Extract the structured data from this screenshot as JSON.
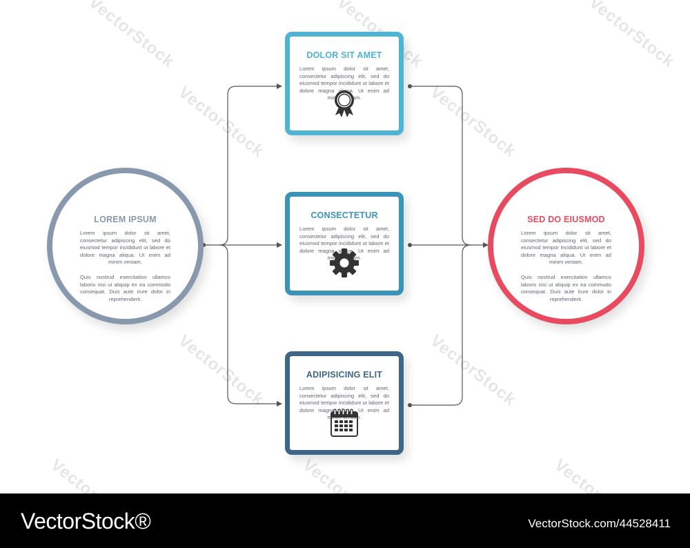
{
  "colors": {
    "left_circle": "#8898ad",
    "right_circle": "#e84a5f",
    "box_top": "#4fb3d4",
    "box_middle": "#3b94b8",
    "box_bottom": "#3d6689",
    "connector": "#555555",
    "body_text": "#5f6470"
  },
  "nodes": {
    "left": {
      "title": "LOREM IPSUM",
      "para1": "Lorem ipsum dolor sit amet, consectetur adipiscing elit, sed do eiusmod tempor incididunt ut labore et dolore magna aliqua. Ut enim ad minim veniam.",
      "para2": "Quis nostrud exercitation ullamco laboris nisi ut aliquip ex ea commodo consequat. Duis aute irure dolor in reprehenderit."
    },
    "right": {
      "title": "SED DO EIUSMOD",
      "para1": "Lorem ipsum dolor sit amet, consectetur adipiscing elit, sed do eiusmod tempor incididunt ut labore et dolore magna aliqua. Ut enim ad minim veniam.",
      "para2": "Quis nostrud exercitation ullamco laboris nisi ut aliquip ex ea commodo consequat. Duis aute irure dolor in reprehenderit."
    },
    "top": {
      "title": "DOLOR SIT AMET",
      "text": "Lorem ipsum dolor sit amet, consectetur adipiscing elit, sed do eiusmod tempor incididunt ut labore et dolore magna aliqua. Ut enim ad minim veniam.",
      "icon": "award-ribbon-icon"
    },
    "middle": {
      "title": "CONSECTETUR",
      "text": "Lorem ipsum dolor sit amet, consectetur adipiscing elit, sed do eiusmod tempor incididunt ut labore et dolore magna aliqua. Ut enim ad minim veniam.",
      "icon": "gear-icon"
    },
    "bottom": {
      "title": "ADIPISICING ELIT",
      "text": "Lorem ipsum dolor sit amet, consectetur adipiscing elit, sed do eiusmod tempor incididunt ut labore et dolore magna aliqua. Ut enim ad minim veniam.",
      "icon": "calendar-icon"
    }
  },
  "watermark": "VectorStock",
  "footer": {
    "brand": "VectorStock®",
    "url": "VectorStock.com/44528411"
  }
}
